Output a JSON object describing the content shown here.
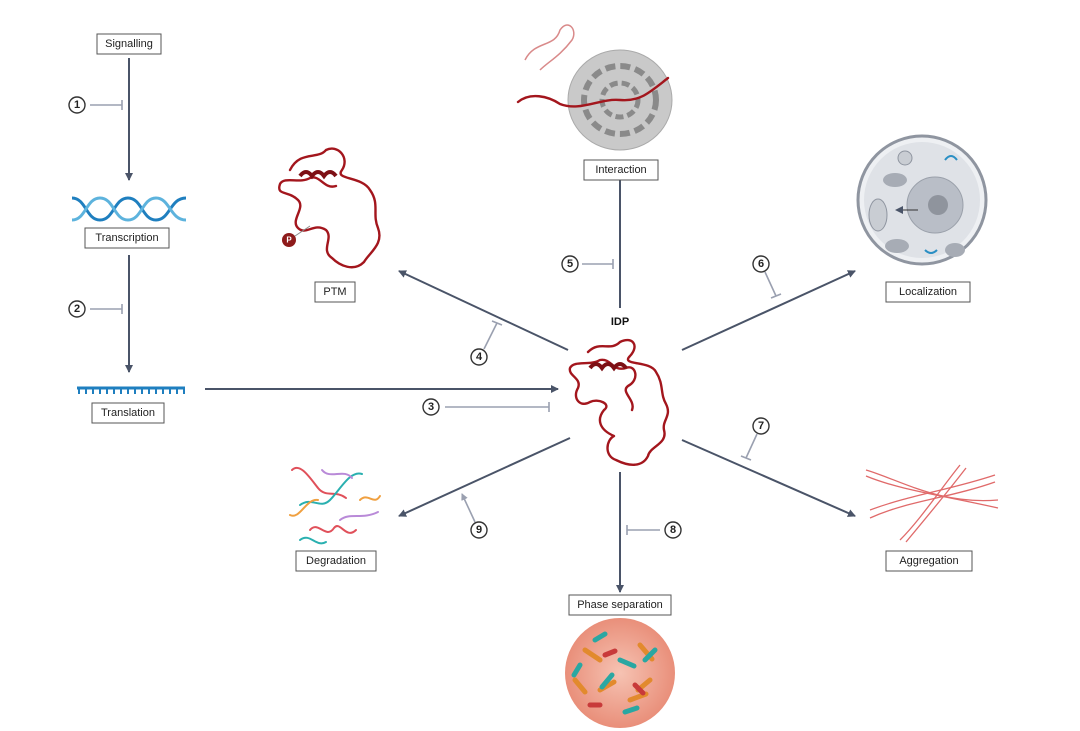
{
  "title": "IDP regulation diagram",
  "center": {
    "label": "IDP"
  },
  "nodes": {
    "signalling": "Signalling",
    "transcription": "Transcription",
    "translation": "Translation",
    "ptm": "PTM",
    "interaction": "Interaction",
    "localization": "Localization",
    "aggregation": "Aggregation",
    "degradation": "Degradation",
    "phase_separation": "Phase separation"
  },
  "ptm_badge": "P",
  "steps": [
    "1",
    "2",
    "3",
    "4",
    "5",
    "6",
    "7",
    "8",
    "9"
  ],
  "colors": {
    "arrow": "#4a5468",
    "inhibitor": "#9aa0b0",
    "protein": "#a3161d",
    "dna": "#2a8fc4"
  }
}
